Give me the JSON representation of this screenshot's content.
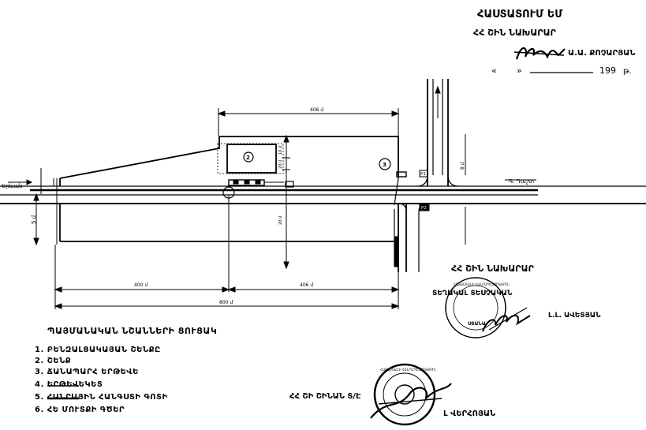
{
  "approval": {
    "heading": "ՀԱՍՏԱՏՈՒՄ ԵՄ",
    "line2": "ՀՀ ՇԻՆ ՆԱԽԱՐԱՐ",
    "signatory": "Ա.Ա. ՔՈՉԱՐՅԱՆ",
    "date_prefix": "«",
    "date_mid": "»",
    "year": "199",
    "date_suffix": "թ."
  },
  "drawing": {
    "dim_top": "406 մ",
    "dim_left_vertical": "5 մ",
    "dim_bottom_left": "400 մ",
    "dim_bottom_right": "406 մ",
    "dim_total": "800 մ",
    "dim_right_road": "8 մ",
    "dim_bldg_a": "10 մ",
    "dim_bldg_b": "20 մ",
    "dim_bldg_c": "20 մ",
    "marker_building": "2",
    "marker_right": "3",
    "road_label_left": "Երևան",
    "road_label_right": "Գ. Դաշտ",
    "box_label_1": "Բ1",
    "box_label_2": "Բ2"
  },
  "legend": {
    "title": "ՊԱՅՄԱՆԱԿԱՆ ՆՇԱՆՆԵՐԻ ՑՈՒՑԱԿ",
    "items": [
      "1. ԲԵՆԶԱԼՑԱԿԱՅԱՆ     ՇԵՆՔԸ",
      "2. ՇԵՆՔ",
      "3. ՃԱՆԱՊԱՐՀ ԵՐԹԵՎԵ",
      "4.             ԵՐԹԵՎԵԿԵՏ",
      "5.             ՀԱՆՐԱՅԻՆ ՀԱՆԳՍՏԻ ԳՈՏԻ",
      "6.    ՀԵ     ՄՈՒՏՔԻ ԳԾԵՐ"
    ]
  },
  "minister_block": {
    "line1": "ՀՀ ՇԻՆ ՆԱԽԱՐԱՐ",
    "line2": "ՏԵՂԱԿԱԼ ՏԵՍՉԱԿԱՆ",
    "signatory": "Լ.Լ. ԱՎԵՏՅԱՆ"
  },
  "bottom_block": {
    "line": "ՀՀ ՇԻ ՇԻՆԱՆ Տ/Է",
    "signatory": "Լ ՎԵՐՀՈՅԱՆ"
  },
  "stamps": {
    "stamp1_text": "ՀԱՅԱՍՏԱՆԻ ՀԱՆՐԱՊԵՏՈՒԹՅՈՒՆ",
    "stamp1_center": "ՍՏԱՆԱ",
    "stamp2_text": "ՀԱՅԱՍՏԱՆԻ ՀԱՆՐԱՊԵՏՈՒԹՅՈՒՆ"
  }
}
